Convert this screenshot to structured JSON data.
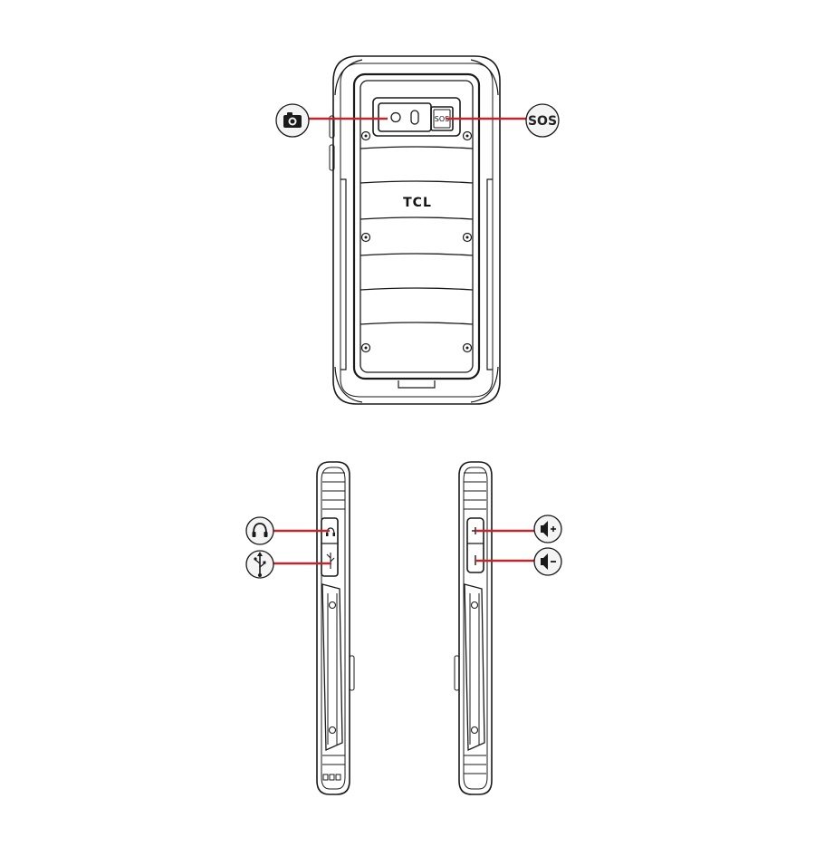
{
  "phone_back": {
    "brand_logo": "TCL",
    "sos_key_label": "SOS"
  },
  "callouts": {
    "camera": {
      "icon": "camera-icon"
    },
    "sos": {
      "icon": "sos-icon",
      "text": "SOS"
    },
    "headset": {
      "icon": "headphones-icon"
    },
    "usb": {
      "icon": "usb-icon"
    },
    "volume_up": {
      "icon": "volume-up-icon"
    },
    "volume_down": {
      "icon": "volume-down-icon"
    }
  },
  "colors": {
    "leader_line": "#c0272d",
    "outline": "#1a1a1a",
    "callout_fill": "#f4f4f4"
  }
}
